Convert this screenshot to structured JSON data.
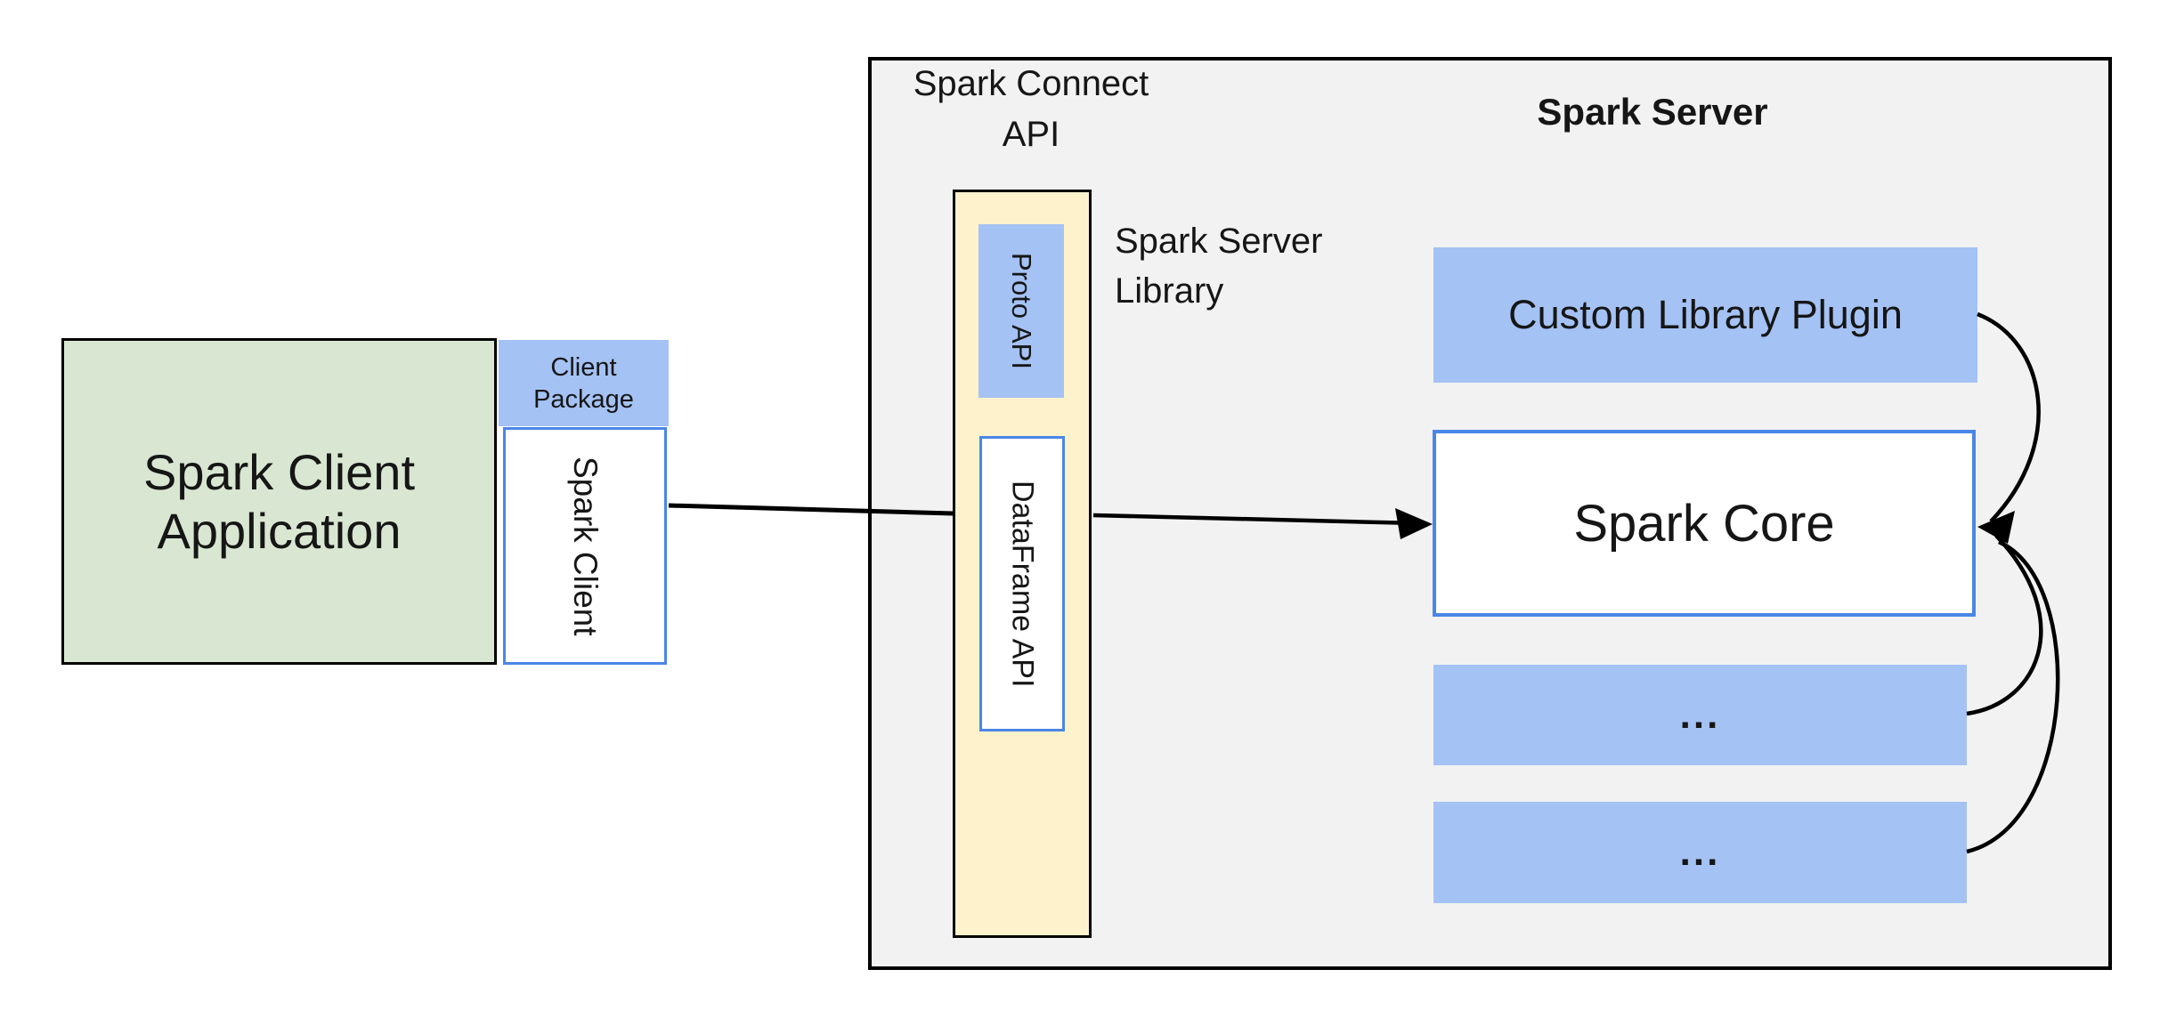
{
  "colors": {
    "page_bg": "#ffffff",
    "client_app_fill": "#d9e7d2",
    "accent_blue_fill": "#a4c2f4",
    "yellow_fill": "#fef2cc",
    "server_bg": "#f2f2f2",
    "blue_border": "#4a86e8",
    "black": "#000000",
    "text": "#161616"
  },
  "client": {
    "app_line1": "Spark Client",
    "app_line2": "Application",
    "package_line1": "Client",
    "package_line2": "Package",
    "spark_client_label": "Spark Client"
  },
  "connect": {
    "title_line1": "Spark Connect",
    "title_line2": "API",
    "proto_label": "Proto API",
    "dataframe_label": "DataFrame API",
    "library_line1": "Spark Server",
    "library_line2": "Library"
  },
  "server": {
    "title": "Spark Server",
    "plugin_label": "Custom Library Plugin",
    "core_label": "Spark Core",
    "misc_box1_label": "...",
    "misc_box2_label": "..."
  }
}
